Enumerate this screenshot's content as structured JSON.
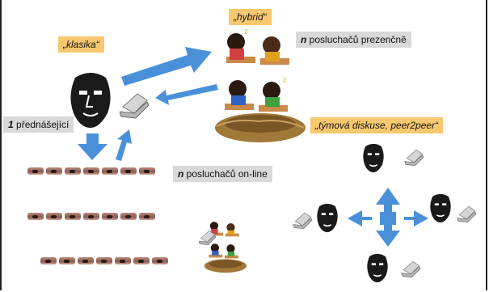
{
  "labels": {
    "hybrid": "„hybrid“",
    "klasika": "„klasika“",
    "tymova": "„týmová diskuse, peer2peer“",
    "prezencne_n": "n",
    "prezencne_text": " posluchačů prezenčně",
    "prednasejici_n": "1",
    "prednasejici_text": " přednášející",
    "online_n": "n",
    "online_text": " posluchačů on-line"
  },
  "colors": {
    "arrow": "#4a90d9",
    "label_orange": "#f8c870",
    "label_gray": "#d9d9d9"
  },
  "icons": [
    "lecturer-face-icon",
    "laptop-icon",
    "students-nest-icon",
    "webcam-strip-icon",
    "four-way-arrow-icon"
  ]
}
